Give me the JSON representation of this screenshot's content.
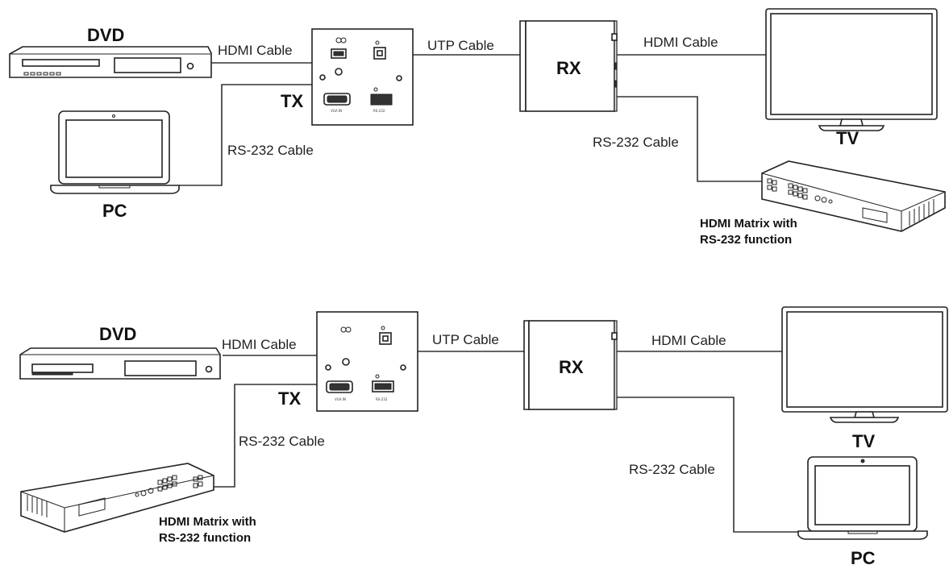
{
  "diagrams": [
    {
      "labels": {
        "dvd": "DVD",
        "pc": "PC",
        "tx": "TX",
        "rx": "RX",
        "tv": "TV",
        "matrix_line1": "HDMI Matrix with",
        "matrix_line2": "RS-232 function"
      },
      "cables": {
        "dvd_tx": "HDMI Cable",
        "pc_tx": "RS-232 Cable",
        "tx_rx": "UTP Cable",
        "rx_tv": "HDMI Cable",
        "rx_matrix": "RS-232 Cable"
      }
    },
    {
      "labels": {
        "dvd": "DVD",
        "tx": "TX",
        "rx": "RX",
        "tv": "TV",
        "pc": "PC",
        "matrix_line1": "HDMI Matrix with",
        "matrix_line2": "RS-232 function"
      },
      "cables": {
        "dvd_tx": "HDMI Cable",
        "matrix_tx": "RS-232 Cable",
        "tx_rx": "UTP Cable",
        "rx_tv": "HDMI Cable",
        "rx_pc": "RS-232 Cable"
      }
    }
  ]
}
